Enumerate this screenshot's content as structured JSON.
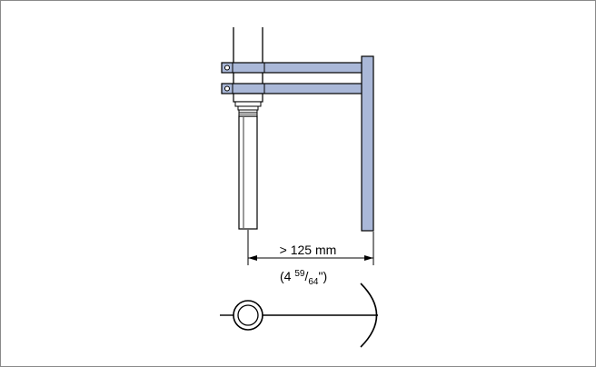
{
  "drawing": {
    "dimension_label": "> 125 mm",
    "imperial_open": "(4 ",
    "imperial_numerator": "59",
    "imperial_slash": "/",
    "imperial_denominator": "64",
    "imperial_close": "\")",
    "colors": {
      "bracket_fill": "#aab8d8",
      "line": "#000000",
      "probe_fill": "#ffffff",
      "hole_fill": "#ffffff",
      "frame": "#8a8a8a"
    }
  }
}
